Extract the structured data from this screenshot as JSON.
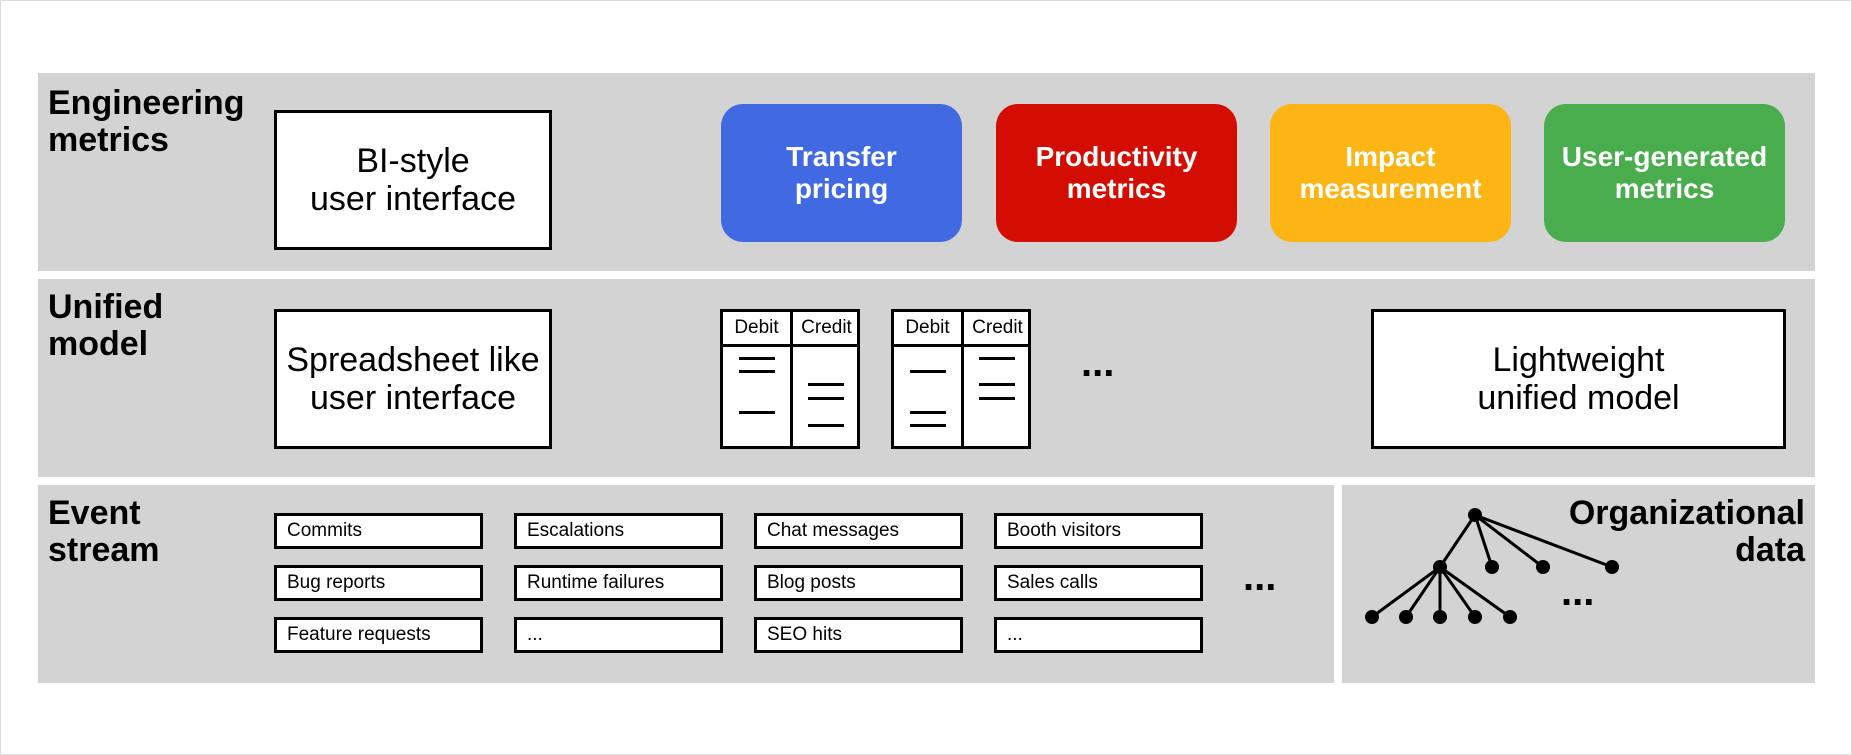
{
  "engineering": {
    "label": "Engineering\nmetrics",
    "ui_box": "BI-style\nuser interface",
    "pills": [
      {
        "label": "Transfer\npricing",
        "color": "#4169e1"
      },
      {
        "label": "Productivity\nmetrics",
        "color": "#d40d02"
      },
      {
        "label": "Impact\nmeasurement",
        "color": "#fcb513"
      },
      {
        "label": "User-generated\nmetrics",
        "color": "#4aad4d"
      }
    ]
  },
  "unified": {
    "label": "Unified\nmodel",
    "ui_box": "Spreadsheet like\nuser interface",
    "ledgers": [
      {
        "debit": "Debit",
        "credit": "Credit"
      },
      {
        "debit": "Debit",
        "credit": "Credit"
      }
    ],
    "ellipsis": "...",
    "model_box": "Lightweight\nunified model"
  },
  "event_stream": {
    "label": "Event\nstream",
    "columns": [
      [
        "Commits",
        "Bug reports",
        "Feature requests"
      ],
      [
        "Escalations",
        "Runtime failures",
        "..."
      ],
      [
        "Chat messages",
        "Blog posts",
        "SEO hits"
      ],
      [
        "Booth visitors",
        "Sales calls",
        "..."
      ]
    ],
    "ellipsis": "..."
  },
  "organizational": {
    "label": "Organizational\ndata",
    "ellipsis": "..."
  },
  "colors": {
    "band": "#d3d3d3",
    "transfer_pricing": "#4169e1",
    "productivity": "#d40d02",
    "impact": "#fcb513",
    "user_generated": "#4aad4d"
  }
}
